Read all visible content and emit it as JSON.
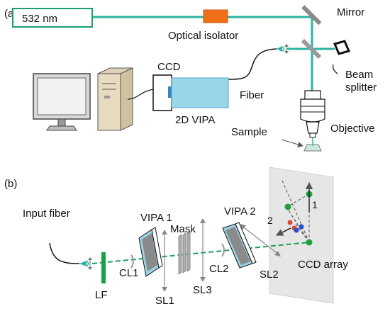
{
  "panels": {
    "a": "(a)",
    "b": "(b)"
  },
  "panel_a": {
    "laser": "532 nm",
    "isolator": "Optical isolator",
    "mirror": "Mirror",
    "beam_splitter_line1": "Beam",
    "beam_splitter_line2": "splitter",
    "fiber": "Fiber",
    "objective": "Objective",
    "sample": "Sample",
    "ccd": "CCD",
    "vipa": "2D VIPA"
  },
  "panel_b": {
    "input_fiber": "Input fiber",
    "lf": "LF",
    "cl1": "CL1",
    "vipa1": "VIPA 1",
    "sl1": "SL1",
    "mask": "Mask",
    "sl3": "SL3",
    "cl2": "CL2",
    "vipa2": "VIPA 2",
    "sl2": "SL2",
    "ccd_array": "CCD array",
    "axis1": "1",
    "axis2": "2"
  },
  "colors": {
    "beam": "#2ab3a0",
    "laser_box": "#1a9e6a",
    "isolator": "#f07018",
    "vipa_fill": "#9ad6e8",
    "lf": "#19a04a",
    "dot_green": "#1fa03a",
    "dot_red": "#e0453a",
    "dot_blue": "#2f4fc8"
  }
}
